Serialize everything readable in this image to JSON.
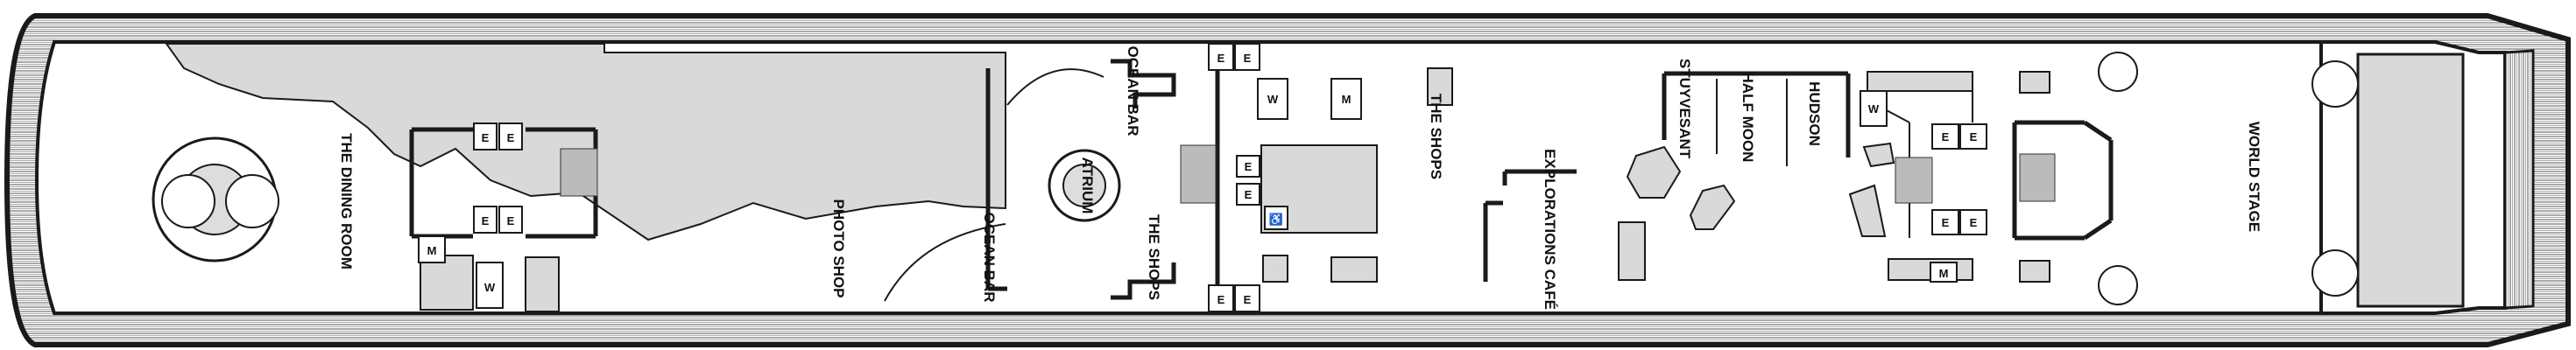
{
  "labels": {
    "dining_room": "THE DINING ROOM",
    "photo_shop": "PHOTO SHOP",
    "ocean_bar_upper": "OCEAN BAR",
    "ocean_bar_lower": "OCEAN BAR",
    "atrium": "ATRIUM",
    "the_shops_lower": "THE SHOPS",
    "the_shops_upper": "THE SHOPS",
    "explorations_cafe": "EXPLORATIONS CAFÉ",
    "stuyvesant": "STUYVESANT",
    "half_moon": "HALF MOON",
    "hudson": "HUDSON",
    "world_stage": "WORLD STAGE"
  },
  "markers": {
    "elevator": "E",
    "womens_restroom": "W",
    "mens_restroom": "M",
    "accessible_icon": "wheelchair-icon"
  },
  "colors": {
    "outline": "#1a1a1a",
    "shaded_area": "#d9d9d9",
    "deck_stripe": "#555555",
    "background": "#ffffff"
  }
}
